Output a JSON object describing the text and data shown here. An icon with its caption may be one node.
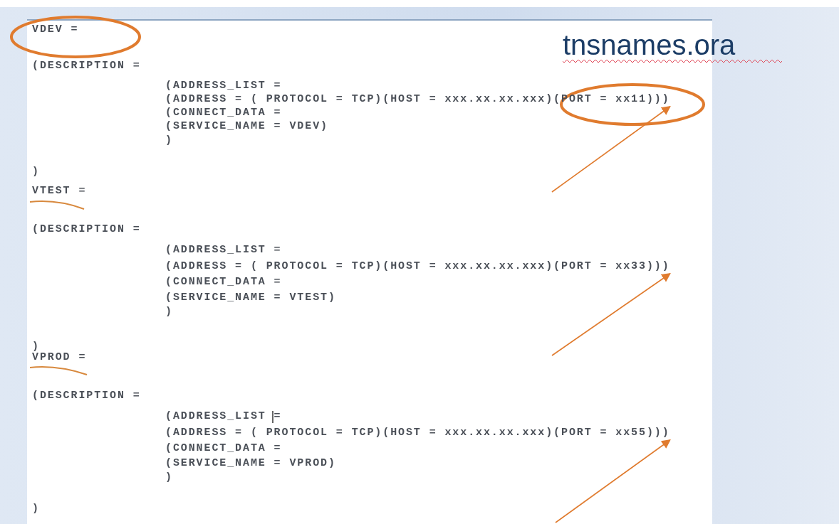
{
  "diagram": {
    "title": "tnsnames.ora",
    "nodes": [
      {
        "text": [
          "(ADDRESS = ( PROTOCOL = TCP)(HOST = xxx.xx.xx.xxx)(PORT = xx11)))"
        ]
      },
      {
        "text": [
          "(ADDRESS = ( PROTOCOL = TCP)(HOST = xxx.xx.xx.xxx)(PORT = xx33)))"
        ]
      },
      {
        "text": [
          "(ADDRESS = ( PROTOCOL = TCP)(HOST = xxx.xx.xx.xxx)(PORT = xx55)))"
        ]
      }
    ],
    "edges": [
      {
        "from": null,
        "to": 0,
        "arrow": "to"
      },
      {
        "from": null,
        "to": 1,
        "arrow": "to"
      },
      {
        "from": null,
        "to": 2,
        "arrow": "to"
      }
    ],
    "labels": [
      "VDEV =",
      "(DESCRIPTION =",
      "(ADDRESS_LIST =",
      "(CONNECT_DATA =",
      "(SERVICE_NAME = VDEV)",
      ")",
      ")",
      "VTEST =",
      "(DESCRIPTION =",
      "(ADDRESS_LIST =",
      "(CONNECT_DATA =",
      "(SERVICE_NAME = VTEST)",
      ")",
      ")",
      "VPROD =",
      "(DESCRIPTION =",
      "(ADDRESS_LIST =",
      "(CONNECT_DATA =",
      "(SERVICE_NAME = VPROD)",
      ")",
      ")"
    ]
  }
}
